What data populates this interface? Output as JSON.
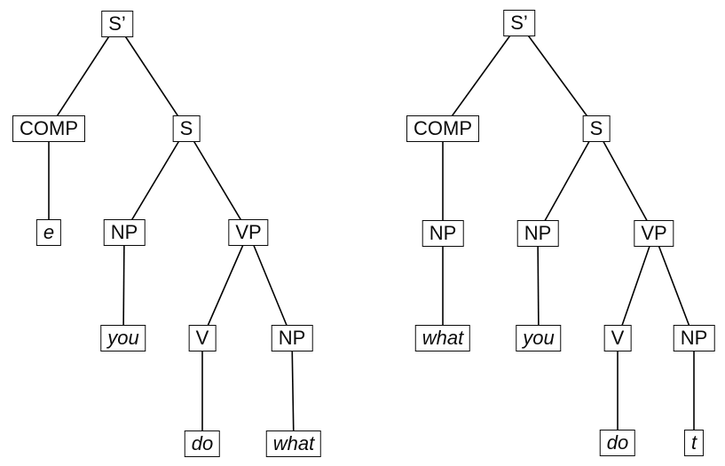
{
  "diagram": {
    "type": "syntax-tree-pair",
    "trees": [
      {
        "name": "left-tree",
        "nodes": {
          "sbar": "S’",
          "comp": "COMP",
          "s": "S",
          "e": "e",
          "np_subj": "NP",
          "vp": "VP",
          "you": "you",
          "v": "V",
          "np_obj": "NP",
          "do": "do",
          "what": "what"
        },
        "edges": [
          "S’→COMP",
          "S’→S",
          "COMP→e",
          "S→NP",
          "S→VP",
          "NP→you",
          "VP→V",
          "VP→NP",
          "V→do",
          "NP→what"
        ]
      },
      {
        "name": "right-tree",
        "nodes": {
          "sbar": "S’",
          "comp": "COMP",
          "s": "S",
          "np_comp": "NP",
          "np_subj": "NP",
          "vp": "VP",
          "what": "what",
          "you": "you",
          "v": "V",
          "np_obj": "NP",
          "do": "do",
          "t": "t"
        },
        "edges": [
          "S’→COMP",
          "S’→S",
          "COMP→NP",
          "NP→what",
          "S→NP",
          "S→VP",
          "NP→you",
          "VP→V",
          "VP→NP",
          "V→do",
          "NP→t"
        ]
      }
    ]
  }
}
